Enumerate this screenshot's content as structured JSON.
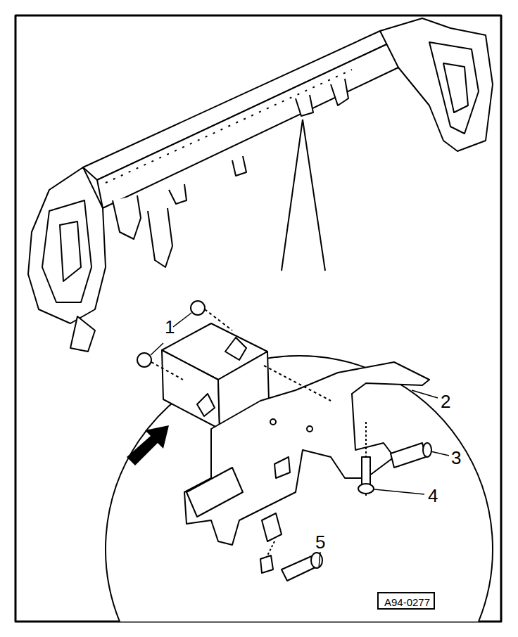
{
  "diagram": {
    "nodes": [
      {
        "text": [
          "A94-0277"
        ]
      }
    ],
    "labels": [
      "1",
      "2",
      "3",
      "4",
      "5"
    ]
  }
}
